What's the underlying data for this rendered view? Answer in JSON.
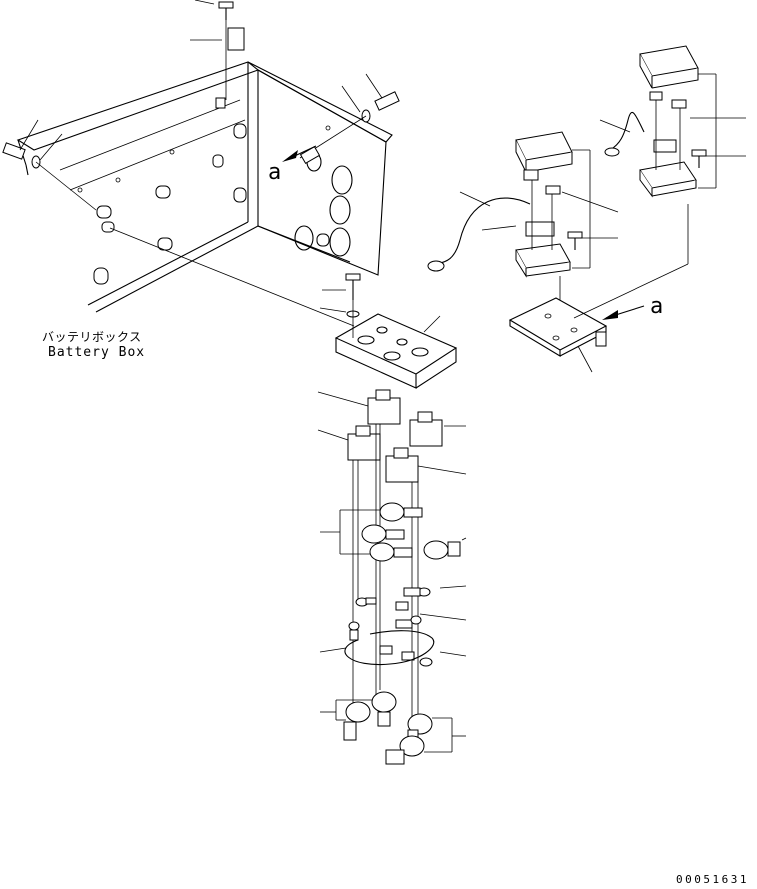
{
  "labels": {
    "battery_box_jp": "バッテリボックス",
    "battery_box_en": "Battery Box",
    "ref_a_box": "a",
    "ref_a_plate": "a"
  },
  "drawing_number": "00051631"
}
